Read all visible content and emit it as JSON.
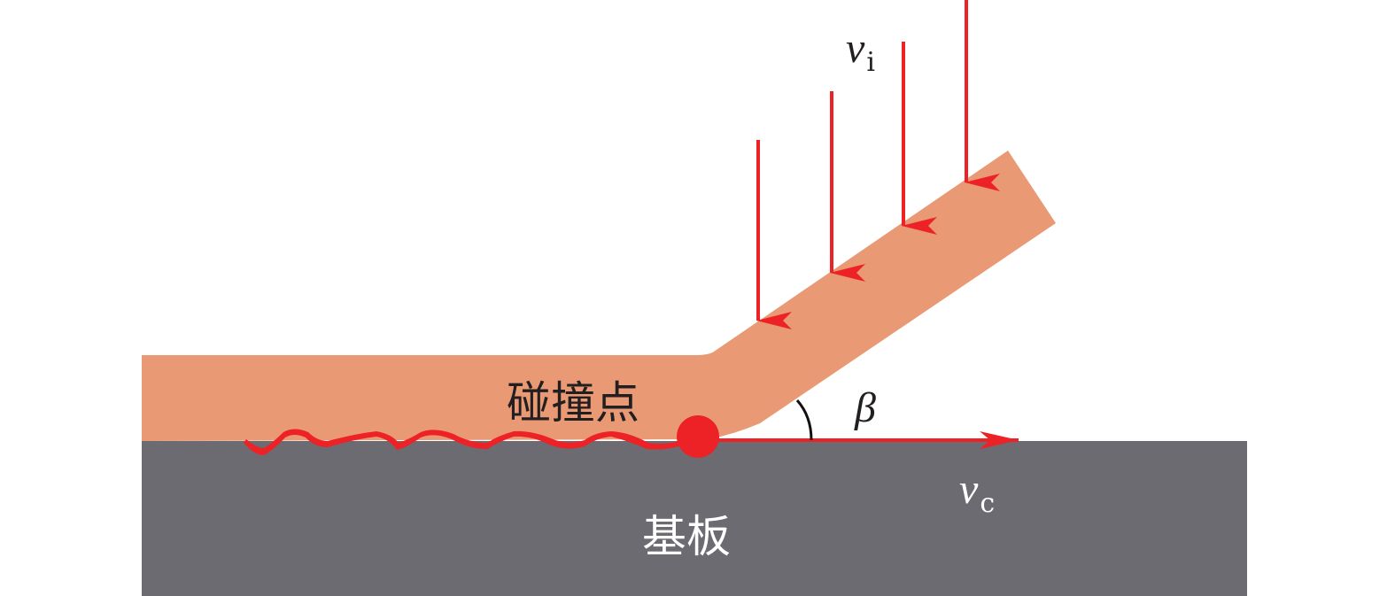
{
  "labels": {
    "impact_velocity": "v",
    "impact_velocity_sub": "i",
    "collision_velocity": "v",
    "collision_velocity_sub": "c",
    "angle": "β",
    "collision_point": "碰撞点",
    "substrate": "基板"
  },
  "colors": {
    "flyer": "#e99a75",
    "substrate": "#6d6b72",
    "accent": "#ec2227",
    "text": "#231f20"
  }
}
